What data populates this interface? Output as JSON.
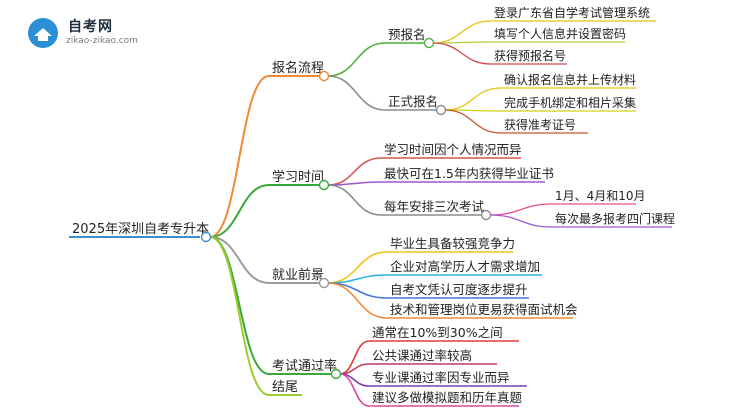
{
  "logo": {
    "title": "自考网",
    "subtitle": "zikao-zikao.com"
  },
  "mindmap": {
    "root": "2025年深圳自考专升本",
    "branches": [
      {
        "label": "报名流程",
        "color": "#f08a35",
        "children": [
          {
            "label": "预报名",
            "color": "#4fb336",
            "children": [
              "登录广东省自学考试管理系统",
              "填写个人信息并设置密码",
              "获得预报名号"
            ]
          },
          {
            "label": "正式报名",
            "color": "#8c8c8c",
            "children": [
              "确认报名信息并上传材料",
              "完成手机绑定和相片采集",
              "获得准考证号"
            ]
          }
        ]
      },
      {
        "label": "学习时间",
        "color": "#36a83a",
        "children": [
          {
            "label": "学习时间因个人情况而异"
          },
          {
            "label": "最快可在1.5年内获得毕业证书"
          },
          {
            "label": "每年安排三次考试",
            "color": "#8c8c8c",
            "children": [
              "1月、4月和10月",
              "每次最多报考四门课程"
            ]
          }
        ]
      },
      {
        "label": "就业前景",
        "color": "#9a9a9a",
        "children": [
          {
            "label": "毕业生具备较强竞争力"
          },
          {
            "label": "企业对高学历人才需求增加"
          },
          {
            "label": "自考文凭认可度逐步提升"
          },
          {
            "label": "技术和管理岗位更易获得面试机会"
          }
        ]
      },
      {
        "label": "考试通过率",
        "color": "#3da83a",
        "children": [
          {
            "label": "通常在10%到30%之间"
          },
          {
            "label": "公共课通过率较高"
          },
          {
            "label": "专业课通过率因专业而异"
          },
          {
            "label": "建议多做模拟题和历年真题"
          }
        ]
      },
      {
        "label": "结尾",
        "color": "#9ccc2f",
        "children": []
      }
    ]
  }
}
